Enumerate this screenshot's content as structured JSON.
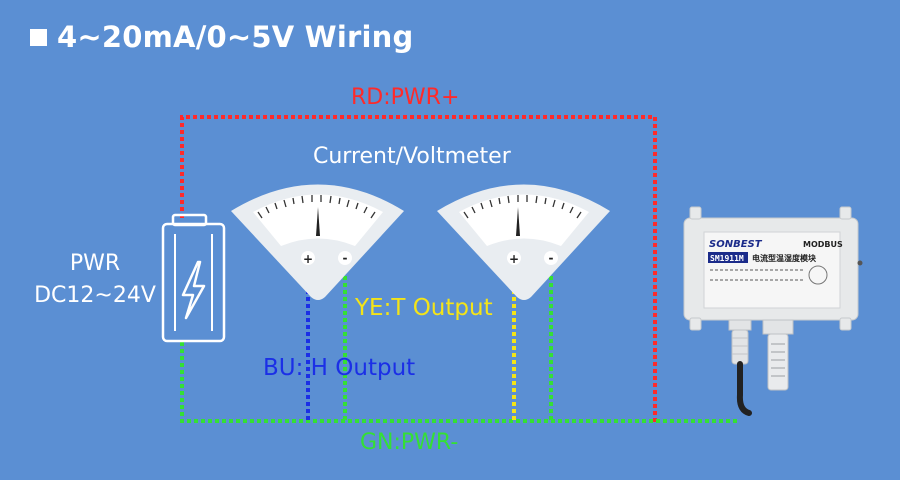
{
  "title": "4~20mA/0~5V Wiring",
  "labels": {
    "red_wire": "RD:PWR+",
    "meters": "Current/Voltmeter",
    "power_line1": "PWR",
    "power_line2": "DC12~24V",
    "yellow_wire": "YE:T Output",
    "blue_wire": "BU: H Output",
    "green_wire": "GN:PWR-"
  },
  "meter_terminals": {
    "plus": "+",
    "minus": "-"
  },
  "device": {
    "brand": "SONBEST",
    "model": "SM1911M",
    "protocol": "MODBUS",
    "name": "电流型温湿度模块"
  },
  "colors": {
    "background": "#5b8fd3",
    "red": "#ff2a2a",
    "green": "#34e034",
    "yellow": "#f4e417",
    "blue": "#1b2fe6"
  },
  "icons": [
    "lightning-icon",
    "battery-icon",
    "meter-icon",
    "sensor-module-icon"
  ]
}
